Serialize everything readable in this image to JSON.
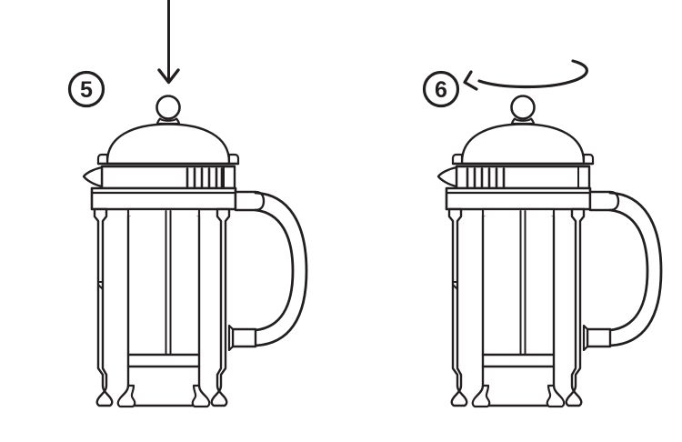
{
  "document": {
    "title": "French Press Brewing Instructions — Steps 5 and 6",
    "type": "instructional-diagram",
    "background_color": "#ffffff",
    "line_color": "#231f20"
  },
  "steps": [
    {
      "number": "5",
      "badge_label": "5",
      "action_icon": "down-arrow-icon",
      "action_description": "Press the plunger straight down",
      "device": "french-press",
      "vent_slats_position": "right",
      "slat_count": 6
    },
    {
      "number": "6",
      "badge_label": "6",
      "action_icon": "curved-rotate-arrow-icon",
      "action_description": "Rotate the lid to open the pour spout",
      "device": "french-press",
      "vent_slats_position": "left",
      "slat_count": 6
    }
  ],
  "device_parts": {
    "knob": "lid-knob",
    "lid": "domed-lid",
    "collar": "lid-collar-band",
    "spout": "pour-spout",
    "vents": "vent-slats",
    "frame": "metal-frame",
    "carafe": "glass-carafe",
    "plunger_rod": "plunger-rod",
    "handle": "d-handle",
    "base_band": "base-band",
    "feet": "base-feet"
  }
}
